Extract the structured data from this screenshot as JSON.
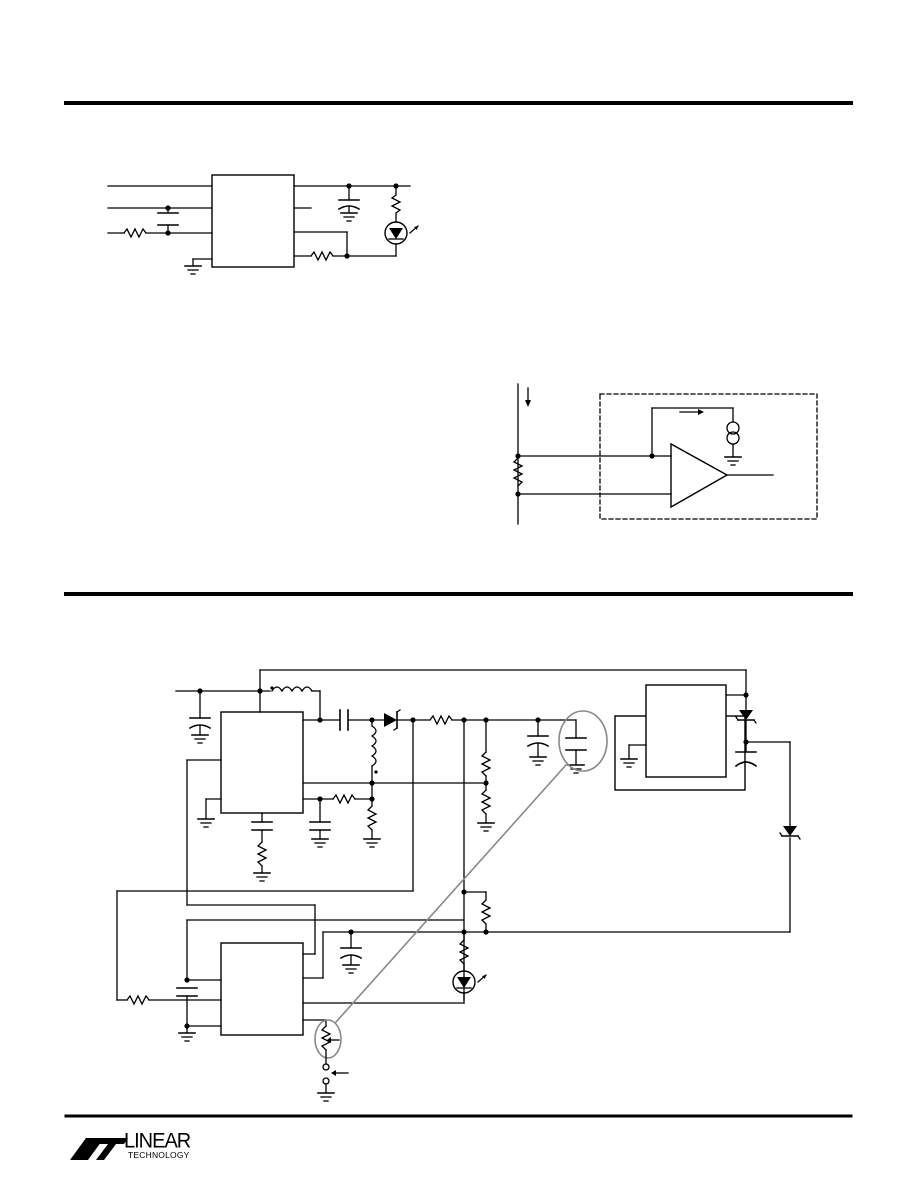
{
  "logo": {
    "name": "linear-technology-logo",
    "line1": "LINEAR",
    "line2": "TECHNOLOGY"
  },
  "colors": {
    "ink": "#000000",
    "highlight": "#888888"
  }
}
